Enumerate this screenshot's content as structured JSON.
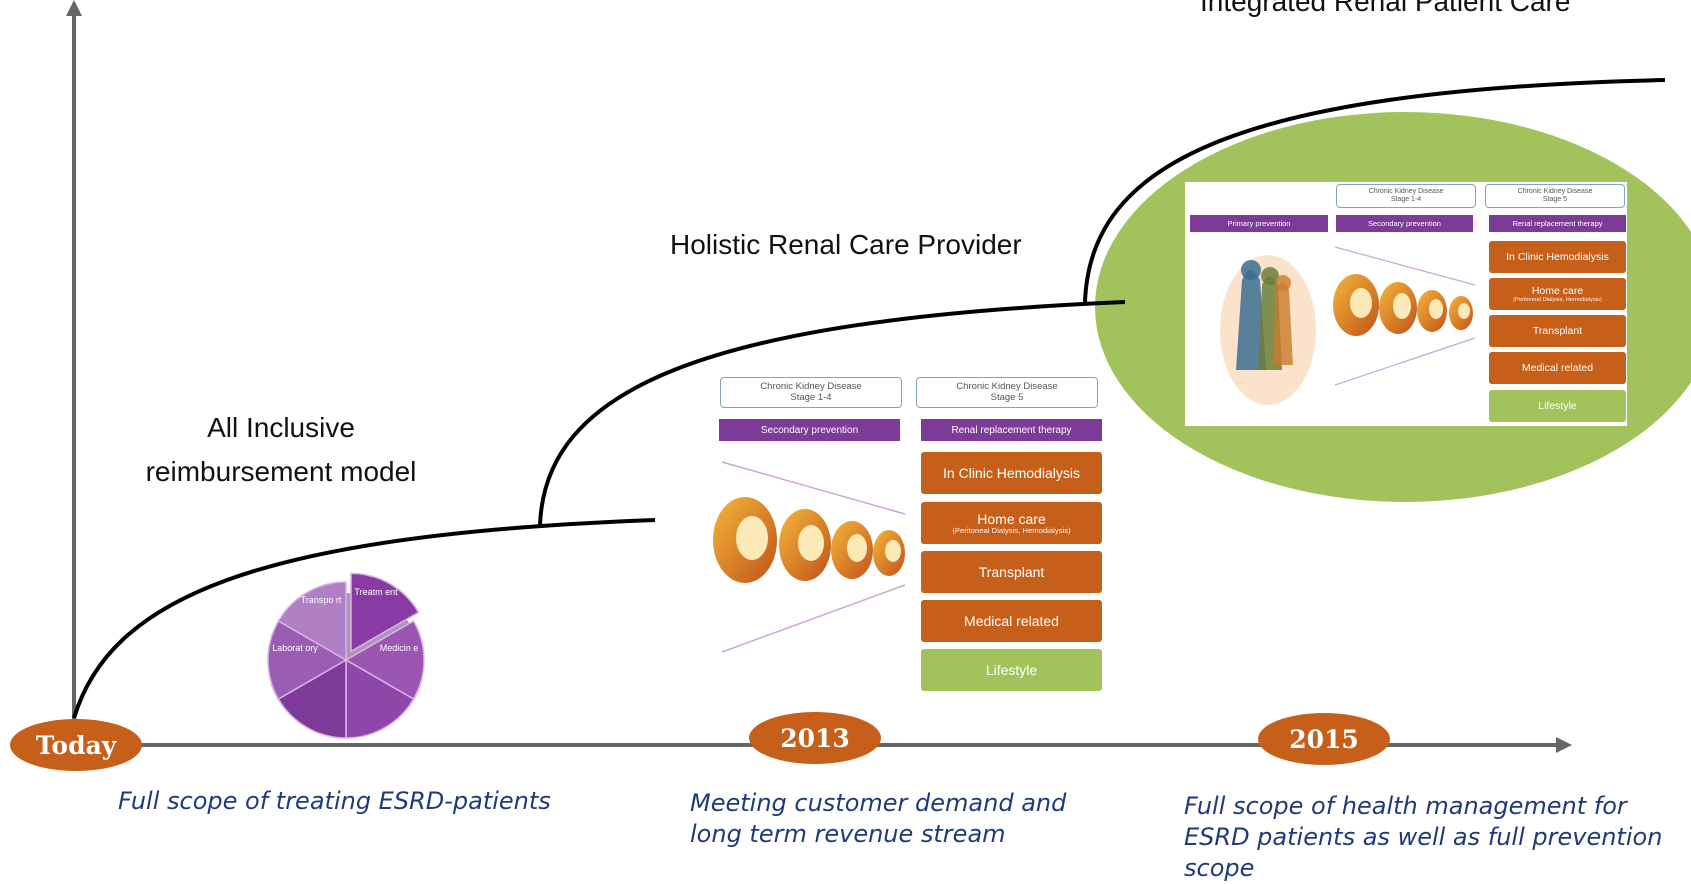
{
  "milestones": {
    "today": "Today",
    "y2013": "2013",
    "y2015": "2015"
  },
  "stage_titles": {
    "stage1": "All Inclusive reimbursement model",
    "stage2": "Holistic Renal Care Provider",
    "stage3": "Integrated Renal Patient Care"
  },
  "captions": {
    "today": "Full scope of treating ESRD-patients",
    "y2013": "Meeting customer demand and long term revenue stream",
    "y2015": "Full scope of health management for ESRD patients as well as full prevention scope"
  },
  "pie": {
    "slices": [
      "Treatment",
      "Medicine",
      "",
      "",
      "Laboratory",
      "Transport"
    ],
    "labels_rendered": [
      "Treatm ent",
      "Medicin e",
      "",
      "",
      "Laborat ory",
      "Transpo rt"
    ]
  },
  "panel2013": {
    "ckd14": "Chronic Kidney Disease Stage 1-4",
    "ckd5": "Chronic Kidney Disease Stage 5",
    "secondary": "Secondary prevention",
    "rrt": "Renal replacement therapy",
    "in_clinic": "In Clinic Hemodialysis",
    "home_care": "Home care",
    "home_care_sub": "(Peritoneal Dialysis, Hemodialysis)",
    "transplant": "Transplant",
    "medical": "Medical related",
    "lifestyle": "Lifestyle"
  },
  "panel2015": {
    "ckd14": "Chronic Kidney Disease Stage 1-4",
    "ckd5": "Chronic Kidney Disease Stage 5",
    "primary": "Primary prevention",
    "secondary": "Secondary prevention",
    "rrt": "Renal replacement therapy",
    "in_clinic": "In Clinic Hemodialysis",
    "home_care": "Home care",
    "home_care_sub": "(Peritoneal Dialysis, Hemodialysis)",
    "transplant": "Transplant",
    "medical": "Medical related",
    "lifestyle": "Lifestyle"
  },
  "colors": {
    "orange": "#c65f1a",
    "purple": "#7b3b96",
    "green": "#a2c35c",
    "caption_blue": "#1f3a7a",
    "axis": "#666666"
  }
}
